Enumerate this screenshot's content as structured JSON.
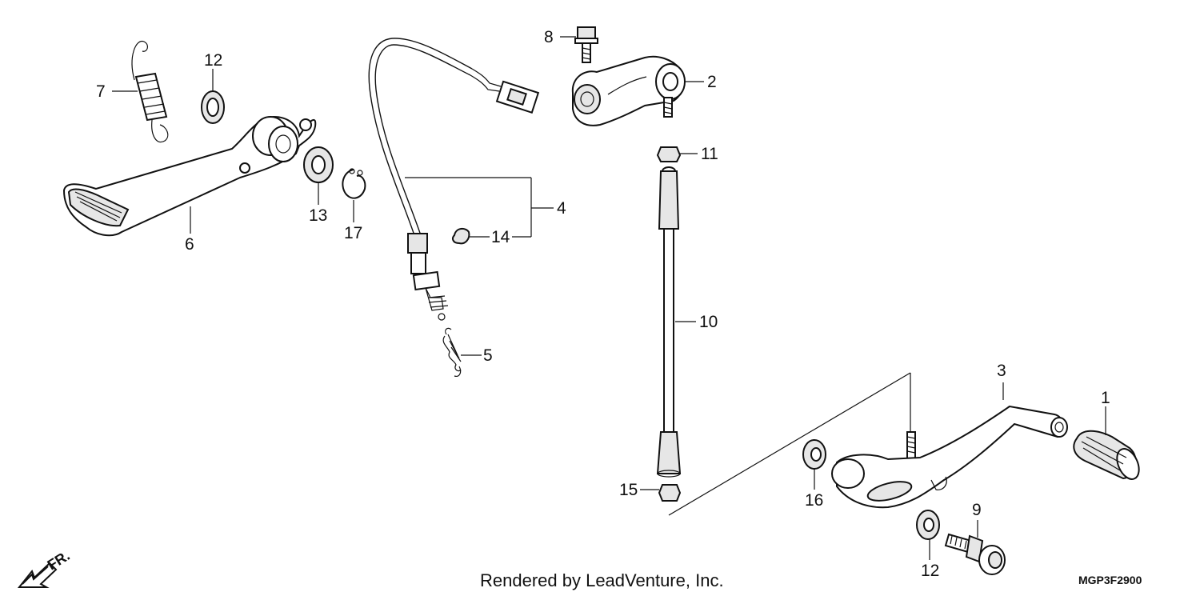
{
  "callouts": {
    "c1": "1",
    "c2": "2",
    "c3": "3",
    "c4": "4",
    "c5": "5",
    "c6": "6",
    "c7": "7",
    "c8": "8",
    "c9": "9",
    "c10": "10",
    "c11": "11",
    "c12a": "12",
    "c12b": "12",
    "c13": "13",
    "c14": "14",
    "c15": "15",
    "c16": "16",
    "c17": "17"
  },
  "direction_marker": {
    "label": "FR.",
    "icon": "front-arrow-icon"
  },
  "footer": {
    "credit": "Rendered by LeadVenture, Inc.",
    "diagram_code": "MGP3F2900"
  }
}
